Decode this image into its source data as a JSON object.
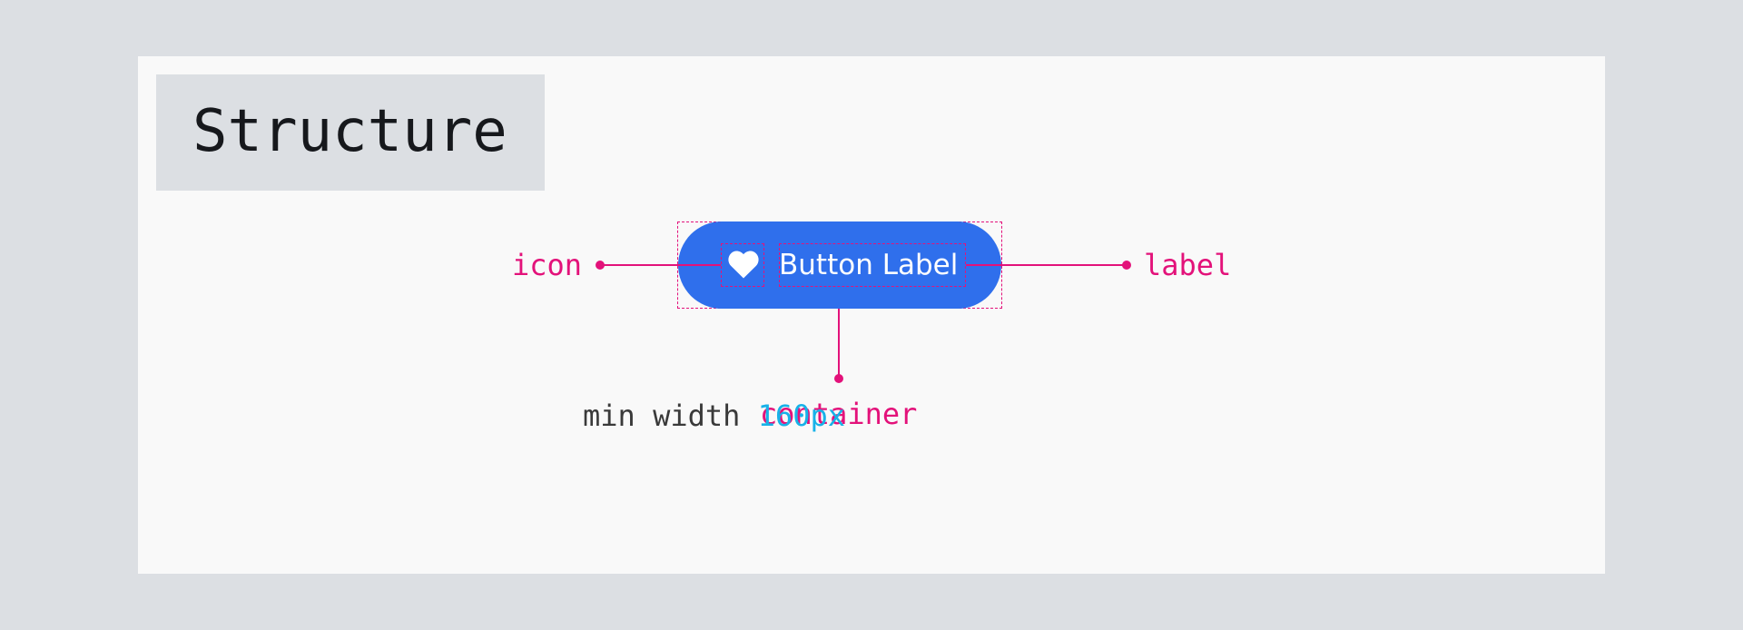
{
  "title": "Structure",
  "button": {
    "label": "Button Label",
    "icon": "heart-icon",
    "color": "#2f6fec"
  },
  "annotations": {
    "icon": "icon",
    "label": "label",
    "container": "container",
    "color": "#e3127a"
  },
  "min_width": {
    "text": "min width",
    "value": "160px",
    "value_color": "#17b2e8"
  }
}
